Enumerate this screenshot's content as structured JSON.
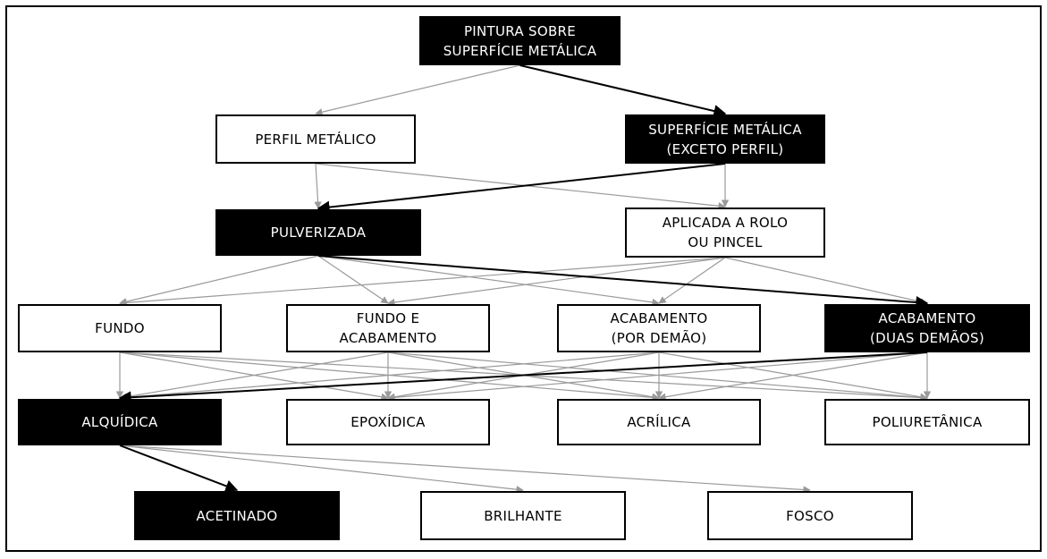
{
  "diagram": {
    "nodes": [
      {
        "id": "root",
        "label": "PINTURA SOBRE\nSUPERFÍCIE METÁLICA",
        "selected": true
      },
      {
        "id": "perfil",
        "label": "PERFIL METÁLICO",
        "selected": false
      },
      {
        "id": "superficie",
        "label": "SUPERFÍCIE METÁLICA\n(EXCETO PERFIL)",
        "selected": true
      },
      {
        "id": "pulverizada",
        "label": "PULVERIZADA",
        "selected": true
      },
      {
        "id": "rolo",
        "label": "APLICADA A ROLO\nOU PINCEL",
        "selected": false
      },
      {
        "id": "fundo",
        "label": "FUNDO",
        "selected": false
      },
      {
        "id": "fundo_acab",
        "label": "FUNDO E\nACABAMENTO",
        "selected": false
      },
      {
        "id": "acab_demao",
        "label": "ACABAMENTO\n(POR DEMÃO)",
        "selected": false
      },
      {
        "id": "acab_duas",
        "label": "ACABAMENTO\n(DUAS DEMÃOS)",
        "selected": true
      },
      {
        "id": "alquidica",
        "label": "ALQUÍDICA",
        "selected": true
      },
      {
        "id": "epoxidica",
        "label": "EPOXÍDICA",
        "selected": false
      },
      {
        "id": "acrilica",
        "label": "ACRÍLICA",
        "selected": false
      },
      {
        "id": "poliuretanica",
        "label": "POLIURETÂNICA",
        "selected": false
      },
      {
        "id": "acetinado",
        "label": "ACETINADO",
        "selected": true
      },
      {
        "id": "brilhante",
        "label": "BRILHANTE",
        "selected": false
      },
      {
        "id": "fosco",
        "label": "FOSCO",
        "selected": false
      }
    ],
    "edges": [
      {
        "from": "root",
        "to": "perfil",
        "highlight": false
      },
      {
        "from": "root",
        "to": "superficie",
        "highlight": true
      },
      {
        "from": "perfil",
        "to": "pulverizada",
        "highlight": false
      },
      {
        "from": "perfil",
        "to": "rolo",
        "highlight": false
      },
      {
        "from": "superficie",
        "to": "pulverizada",
        "highlight": true
      },
      {
        "from": "superficie",
        "to": "rolo",
        "highlight": false
      },
      {
        "from": "pulverizada",
        "to": "fundo",
        "highlight": false
      },
      {
        "from": "pulverizada",
        "to": "fundo_acab",
        "highlight": false
      },
      {
        "from": "pulverizada",
        "to": "acab_demao",
        "highlight": false
      },
      {
        "from": "pulverizada",
        "to": "acab_duas",
        "highlight": true
      },
      {
        "from": "rolo",
        "to": "fundo",
        "highlight": false
      },
      {
        "from": "rolo",
        "to": "fundo_acab",
        "highlight": false
      },
      {
        "from": "rolo",
        "to": "acab_demao",
        "highlight": false
      },
      {
        "from": "rolo",
        "to": "acab_duas",
        "highlight": false
      },
      {
        "from": "fundo",
        "to": "alquidica",
        "highlight": false
      },
      {
        "from": "fundo",
        "to": "epoxidica",
        "highlight": false
      },
      {
        "from": "fundo",
        "to": "acrilica",
        "highlight": false
      },
      {
        "from": "fundo",
        "to": "poliuretanica",
        "highlight": false
      },
      {
        "from": "fundo_acab",
        "to": "alquidica",
        "highlight": false
      },
      {
        "from": "fundo_acab",
        "to": "epoxidica",
        "highlight": false
      },
      {
        "from": "fundo_acab",
        "to": "acrilica",
        "highlight": false
      },
      {
        "from": "fundo_acab",
        "to": "poliuretanica",
        "highlight": false
      },
      {
        "from": "acab_demao",
        "to": "alquidica",
        "highlight": false
      },
      {
        "from": "acab_demao",
        "to": "epoxidica",
        "highlight": false
      },
      {
        "from": "acab_demao",
        "to": "acrilica",
        "highlight": false
      },
      {
        "from": "acab_demao",
        "to": "poliuretanica",
        "highlight": false
      },
      {
        "from": "acab_duas",
        "to": "alquidica",
        "highlight": true
      },
      {
        "from": "acab_duas",
        "to": "epoxidica",
        "highlight": false
      },
      {
        "from": "acab_duas",
        "to": "acrilica",
        "highlight": false
      },
      {
        "from": "acab_duas",
        "to": "poliuretanica",
        "highlight": false
      },
      {
        "from": "alquidica",
        "to": "acetinado",
        "highlight": true
      },
      {
        "from": "alquidica",
        "to": "brilhante",
        "highlight": false
      },
      {
        "from": "alquidica",
        "to": "fosco",
        "highlight": false
      }
    ]
  },
  "colors": {
    "selected_fill": "#000000",
    "selected_text": "#ffffff",
    "unselected_fill": "#ffffff",
    "unselected_text": "#000000",
    "highlight_edge": "#000000",
    "normal_edge": "#9a9a9a"
  }
}
